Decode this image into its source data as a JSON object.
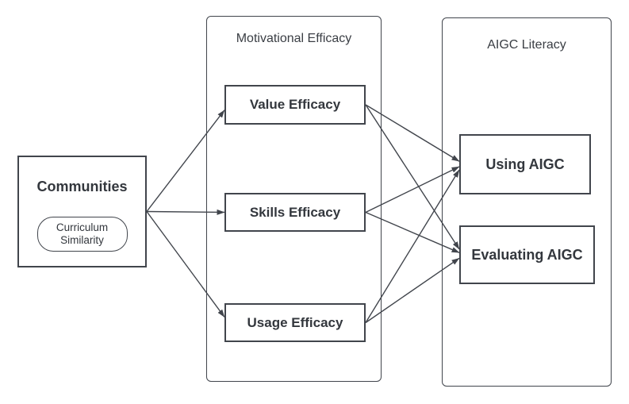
{
  "nodes": {
    "communities": {
      "label": "Communities",
      "sublabel": "Curriculum Similarity"
    },
    "motivational_group": {
      "label": "Motivational Efficacy"
    },
    "value": {
      "label": "Value Efficacy"
    },
    "skills": {
      "label": "Skills Efficacy"
    },
    "usage": {
      "label": "Usage Efficacy"
    },
    "aigc_group": {
      "label": "AIGC Literacy"
    },
    "using": {
      "label": "Using AIGC"
    },
    "evaluating": {
      "label": "Evaluating AIGC"
    }
  },
  "edges": [
    {
      "from": "communities",
      "to": "value"
    },
    {
      "from": "communities",
      "to": "skills"
    },
    {
      "from": "communities",
      "to": "usage"
    },
    {
      "from": "value",
      "to": "using"
    },
    {
      "from": "value",
      "to": "evaluating"
    },
    {
      "from": "skills",
      "to": "using"
    },
    {
      "from": "skills",
      "to": "evaluating"
    },
    {
      "from": "usage",
      "to": "using"
    },
    {
      "from": "usage",
      "to": "evaluating"
    }
  ],
  "colors": {
    "line": "#41454c",
    "text": "#33373d",
    "background": "#ffffff"
  }
}
